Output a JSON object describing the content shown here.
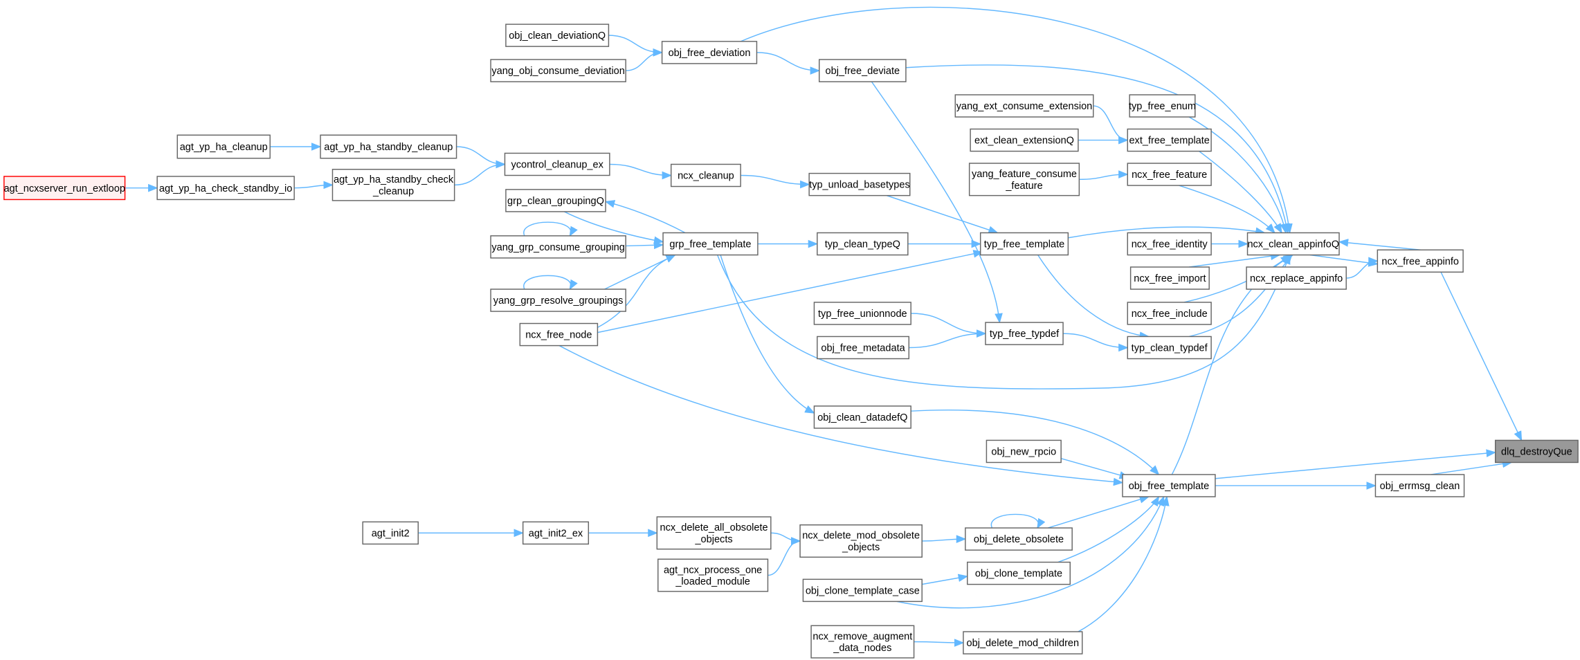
{
  "graph": {
    "focus": "dlq_destroyQue",
    "root": "agt_ncxserver_run_extloop",
    "colors": {
      "edge": "#63b8ff",
      "node_border": "#666666",
      "focus_fill": "#999999",
      "root_border": "#ff0000",
      "root_fill": "#fff0f0"
    },
    "nodes": [
      {
        "id": "obj_clean_deviationQ",
        "lines": [
          "obj_clean_deviationQ"
        ]
      },
      {
        "id": "yang_obj_consume_deviation",
        "lines": [
          "yang_obj_consume_deviation"
        ]
      },
      {
        "id": "obj_free_deviation",
        "lines": [
          "obj_free_deviation"
        ]
      },
      {
        "id": "obj_free_deviate",
        "lines": [
          "obj_free_deviate"
        ]
      },
      {
        "id": "yang_ext_consume_extension",
        "lines": [
          "yang_ext_consume_extension"
        ]
      },
      {
        "id": "typ_free_enum",
        "lines": [
          "typ_free_enum"
        ]
      },
      {
        "id": "ext_clean_extensionQ",
        "lines": [
          "ext_clean_extensionQ"
        ]
      },
      {
        "id": "ext_free_template",
        "lines": [
          "ext_free_template"
        ]
      },
      {
        "id": "yang_feature_consume_feature",
        "lines": [
          "yang_feature_consume",
          "_feature"
        ]
      },
      {
        "id": "ncx_free_feature",
        "lines": [
          "ncx_free_feature"
        ]
      },
      {
        "id": "agt_yp_ha_cleanup",
        "lines": [
          "agt_yp_ha_cleanup"
        ]
      },
      {
        "id": "agt_yp_ha_standby_cleanup",
        "lines": [
          "agt_yp_ha_standby_cleanup"
        ]
      },
      {
        "id": "agt_ncxserver_run_extloop",
        "lines": [
          "agt_ncxserver_run_extloop"
        ]
      },
      {
        "id": "agt_yp_ha_check_standby_io",
        "lines": [
          "agt_yp_ha_check_standby_io"
        ]
      },
      {
        "id": "agt_yp_ha_standby_check_cleanup",
        "lines": [
          "agt_yp_ha_standby_check",
          "_cleanup"
        ]
      },
      {
        "id": "ycontrol_cleanup_ex",
        "lines": [
          "ycontrol_cleanup_ex"
        ]
      },
      {
        "id": "ncx_cleanup",
        "lines": [
          "ncx_cleanup"
        ]
      },
      {
        "id": "typ_unload_basetypes",
        "lines": [
          "typ_unload_basetypes"
        ]
      },
      {
        "id": "grp_clean_groupingQ",
        "lines": [
          "grp_clean_groupingQ"
        ]
      },
      {
        "id": "grp_free_template",
        "lines": [
          "grp_free_template"
        ]
      },
      {
        "id": "yang_grp_consume_grouping",
        "lines": [
          "yang_grp_consume_grouping"
        ]
      },
      {
        "id": "yang_grp_resolve_groupings",
        "lines": [
          "yang_grp_resolve_groupings"
        ]
      },
      {
        "id": "ncx_free_node",
        "lines": [
          "ncx_free_node"
        ]
      },
      {
        "id": "typ_clean_typeQ",
        "lines": [
          "typ_clean_typeQ"
        ]
      },
      {
        "id": "typ_free_template",
        "lines": [
          "typ_free_template"
        ]
      },
      {
        "id": "ncx_free_identity",
        "lines": [
          "ncx_free_identity"
        ]
      },
      {
        "id": "ncx_clean_appinfoQ",
        "lines": [
          "ncx_clean_appinfoQ"
        ]
      },
      {
        "id": "ncx_free_import",
        "lines": [
          "ncx_free_import"
        ]
      },
      {
        "id": "ncx_free_include",
        "lines": [
          "ncx_free_include"
        ]
      },
      {
        "id": "typ_free_typdef",
        "lines": [
          "typ_free_typdef"
        ]
      },
      {
        "id": "typ_clean_typdef",
        "lines": [
          "typ_clean_typdef"
        ]
      },
      {
        "id": "typ_free_unionnode",
        "lines": [
          "typ_free_unionnode"
        ]
      },
      {
        "id": "obj_free_metadata",
        "lines": [
          "obj_free_metadata"
        ]
      },
      {
        "id": "ncx_free_appinfo",
        "lines": [
          "ncx_free_appinfo"
        ]
      },
      {
        "id": "ncx_replace_appinfo",
        "lines": [
          "ncx_replace_appinfo"
        ]
      },
      {
        "id": "obj_clean_datadefQ",
        "lines": [
          "obj_clean_datadefQ"
        ]
      },
      {
        "id": "dlq_destroyQue",
        "lines": [
          "dlq_destroyQue"
        ]
      },
      {
        "id": "obj_new_rpcio",
        "lines": [
          "obj_new_rpcio"
        ]
      },
      {
        "id": "obj_free_template",
        "lines": [
          "obj_free_template"
        ]
      },
      {
        "id": "obj_errmsg_clean",
        "lines": [
          "obj_errmsg_clean"
        ]
      },
      {
        "id": "agt_init2",
        "lines": [
          "agt_init2"
        ]
      },
      {
        "id": "agt_init2_ex",
        "lines": [
          "agt_init2_ex"
        ]
      },
      {
        "id": "ncx_delete_all_obsolete_objects",
        "lines": [
          "ncx_delete_all_obsolete",
          "_objects"
        ]
      },
      {
        "id": "ncx_delete_mod_obsolete_objects",
        "lines": [
          "ncx_delete_mod_obsolete",
          "_objects"
        ]
      },
      {
        "id": "obj_delete_obsolete",
        "lines": [
          "obj_delete_obsolete"
        ]
      },
      {
        "id": "agt_ncx_process_one_loaded_module",
        "lines": [
          "agt_ncx_process_one",
          "_loaded_module"
        ]
      },
      {
        "id": "obj_clone_template",
        "lines": [
          "obj_clone_template"
        ]
      },
      {
        "id": "obj_clone_template_case",
        "lines": [
          "obj_clone_template_case"
        ]
      },
      {
        "id": "ncx_remove_augment_data_nodes",
        "lines": [
          "ncx_remove_augment",
          "_data_nodes"
        ]
      },
      {
        "id": "obj_delete_mod_children",
        "lines": [
          "obj_delete_mod_children"
        ]
      }
    ],
    "edges": [
      [
        "obj_clean_deviationQ",
        "obj_free_deviation"
      ],
      [
        "yang_obj_consume_deviation",
        "obj_free_deviation"
      ],
      [
        "obj_free_deviation",
        "obj_free_deviate"
      ],
      [
        "obj_free_deviation",
        "ncx_clean_appinfoQ"
      ],
      [
        "obj_free_deviate",
        "ncx_clean_appinfoQ"
      ],
      [
        "obj_free_deviate",
        "typ_free_typdef"
      ],
      [
        "yang_ext_consume_extension",
        "ext_free_template"
      ],
      [
        "ext_clean_extensionQ",
        "ext_free_template"
      ],
      [
        "ext_free_template",
        "ncx_clean_appinfoQ"
      ],
      [
        "typ_free_enum",
        "ncx_clean_appinfoQ"
      ],
      [
        "yang_feature_consume_feature",
        "ncx_free_feature"
      ],
      [
        "ncx_free_feature",
        "ncx_clean_appinfoQ"
      ],
      [
        "agt_yp_ha_cleanup",
        "agt_yp_ha_standby_cleanup"
      ],
      [
        "agt_yp_ha_standby_cleanup",
        "ycontrol_cleanup_ex"
      ],
      [
        "agt_ncxserver_run_extloop",
        "agt_yp_ha_check_standby_io"
      ],
      [
        "agt_yp_ha_check_standby_io",
        "agt_yp_ha_standby_check_cleanup"
      ],
      [
        "agt_yp_ha_standby_check_cleanup",
        "ycontrol_cleanup_ex"
      ],
      [
        "ycontrol_cleanup_ex",
        "ncx_cleanup"
      ],
      [
        "ncx_cleanup",
        "typ_unload_basetypes"
      ],
      [
        "typ_unload_basetypes",
        "typ_free_template"
      ],
      [
        "grp_free_template",
        "grp_clean_groupingQ"
      ],
      [
        "grp_clean_groupingQ",
        "grp_free_template"
      ],
      [
        "yang_grp_consume_grouping",
        "grp_free_template"
      ],
      [
        "yang_grp_consume_grouping",
        "yang_grp_consume_grouping"
      ],
      [
        "yang_grp_resolve_groupings",
        "grp_free_template"
      ],
      [
        "yang_grp_resolve_groupings",
        "yang_grp_resolve_groupings"
      ],
      [
        "ncx_free_node",
        "grp_free_template"
      ],
      [
        "ncx_free_node",
        "typ_free_template"
      ],
      [
        "ncx_free_node",
        "obj_free_template"
      ],
      [
        "grp_free_template",
        "typ_clean_typeQ"
      ],
      [
        "grp_free_template",
        "obj_clean_datadefQ"
      ],
      [
        "grp_free_template",
        "ncx_clean_appinfoQ"
      ],
      [
        "typ_clean_typeQ",
        "typ_free_template"
      ],
      [
        "typ_free_template",
        "ncx_clean_appinfoQ"
      ],
      [
        "typ_free_template",
        "typ_clean_typdef"
      ],
      [
        "ncx_free_identity",
        "ncx_clean_appinfoQ"
      ],
      [
        "ncx_free_import",
        "ncx_clean_appinfoQ"
      ],
      [
        "ncx_free_include",
        "ncx_clean_appinfoQ"
      ],
      [
        "typ_clean_typdef",
        "ncx_clean_appinfoQ"
      ],
      [
        "typ_free_unionnode",
        "typ_free_typdef"
      ],
      [
        "obj_free_metadata",
        "typ_free_typdef"
      ],
      [
        "typ_free_typdef",
        "typ_clean_typdef"
      ],
      [
        "ncx_clean_appinfoQ",
        "ncx_free_appinfo"
      ],
      [
        "ncx_free_appinfo",
        "ncx_clean_appinfoQ"
      ],
      [
        "ncx_replace_appinfo",
        "ncx_free_appinfo"
      ],
      [
        "ncx_free_appinfo",
        "dlq_destroyQue"
      ],
      [
        "obj_clean_datadefQ",
        "obj_free_template"
      ],
      [
        "obj_new_rpcio",
        "obj_free_template"
      ],
      [
        "obj_free_template",
        "ncx_clean_appinfoQ"
      ],
      [
        "obj_free_template",
        "dlq_destroyQue"
      ],
      [
        "obj_free_template",
        "obj_errmsg_clean"
      ],
      [
        "obj_errmsg_clean",
        "dlq_destroyQue"
      ],
      [
        "agt_init2",
        "agt_init2_ex"
      ],
      [
        "agt_init2_ex",
        "ncx_delete_all_obsolete_objects"
      ],
      [
        "ncx_delete_all_obsolete_objects",
        "ncx_delete_mod_obsolete_objects"
      ],
      [
        "agt_ncx_process_one_loaded_module",
        "ncx_delete_mod_obsolete_objects"
      ],
      [
        "ncx_delete_mod_obsolete_objects",
        "obj_delete_obsolete"
      ],
      [
        "obj_delete_obsolete",
        "obj_free_template"
      ],
      [
        "obj_delete_obsolete",
        "obj_delete_obsolete"
      ],
      [
        "obj_clone_template",
        "obj_free_template"
      ],
      [
        "obj_clone_template_case",
        "obj_clone_template"
      ],
      [
        "obj_clone_template_case",
        "obj_free_template"
      ],
      [
        "obj_delete_mod_children",
        "obj_free_template"
      ],
      [
        "ncx_remove_augment_data_nodes",
        "obj_delete_mod_children"
      ]
    ]
  }
}
